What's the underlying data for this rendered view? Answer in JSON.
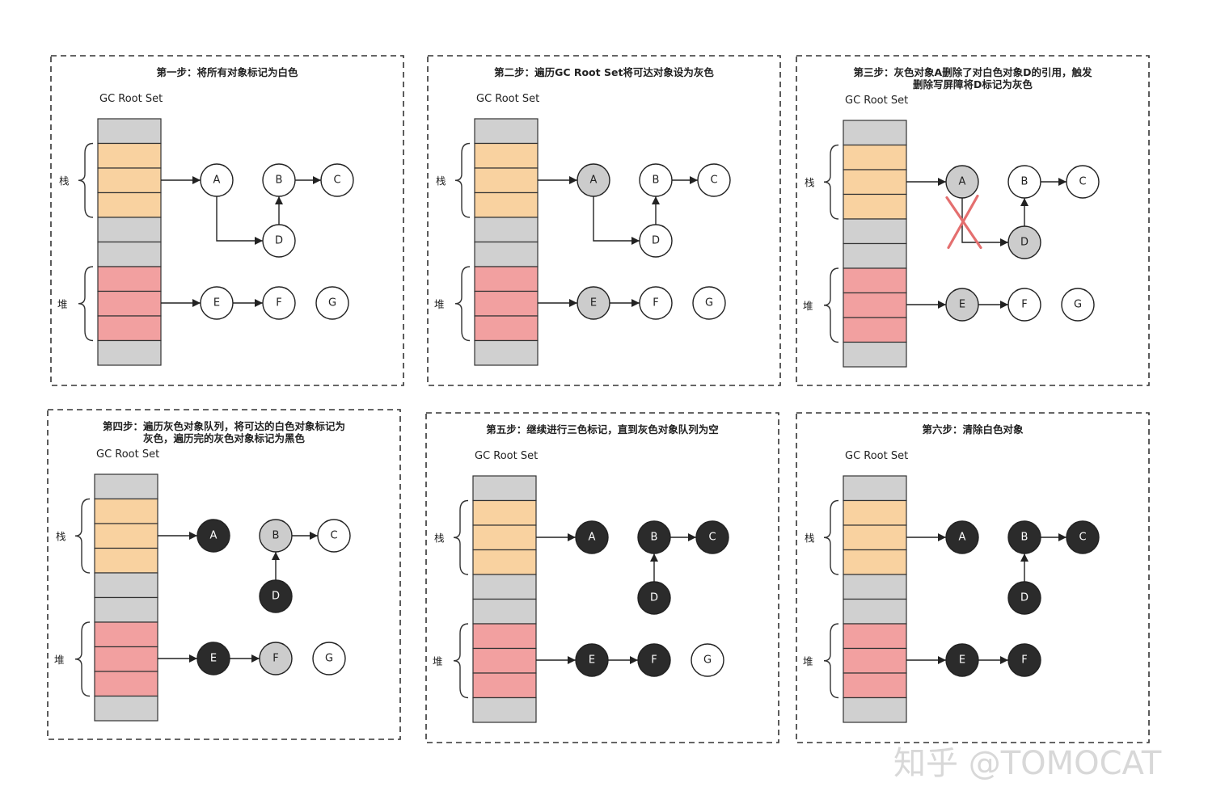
{
  "labels": {
    "gc_root_set": "GC Root Set",
    "stack": "栈",
    "heap": "堆"
  },
  "colors": {
    "white_node": "#ffffff",
    "grey_node": "#cccccc",
    "black_node": "#2b2b2b",
    "stack_cell": "#f9d2a0",
    "heap_cell": "#f2a0a0",
    "empty_cell": "#d0d0d0",
    "deleted_reference_cross": "#e46f6f"
  },
  "panels": [
    {
      "title": [
        "第一步：将所有对象标记为白色"
      ],
      "nodes": [
        {
          "id": "A",
          "color": "white"
        },
        {
          "id": "B",
          "color": "white"
        },
        {
          "id": "C",
          "color": "white"
        },
        {
          "id": "D",
          "color": "white"
        },
        {
          "id": "E",
          "color": "white"
        },
        {
          "id": "F",
          "color": "white"
        },
        {
          "id": "G",
          "color": "white"
        }
      ],
      "references": [
        [
          "stack",
          "A"
        ],
        [
          "A",
          "D"
        ],
        [
          "D",
          "B"
        ],
        [
          "B",
          "C"
        ],
        [
          "heap",
          "E"
        ],
        [
          "E",
          "F"
        ]
      ],
      "deleted_references": []
    },
    {
      "title": [
        "第二步：遍历GC Root Set将可达对象设为灰色"
      ],
      "nodes": [
        {
          "id": "A",
          "color": "grey"
        },
        {
          "id": "B",
          "color": "white"
        },
        {
          "id": "C",
          "color": "white"
        },
        {
          "id": "D",
          "color": "white"
        },
        {
          "id": "E",
          "color": "grey"
        },
        {
          "id": "F",
          "color": "white"
        },
        {
          "id": "G",
          "color": "white"
        }
      ],
      "references": [
        [
          "stack",
          "A"
        ],
        [
          "A",
          "D"
        ],
        [
          "D",
          "B"
        ],
        [
          "B",
          "C"
        ],
        [
          "heap",
          "E"
        ],
        [
          "E",
          "F"
        ]
      ],
      "deleted_references": []
    },
    {
      "title": [
        "第三步：灰色对象A删除了对白色对象D的引用，触发",
        "删除写屏障将D标记为灰色"
      ],
      "nodes": [
        {
          "id": "A",
          "color": "grey"
        },
        {
          "id": "B",
          "color": "white"
        },
        {
          "id": "C",
          "color": "white"
        },
        {
          "id": "D",
          "color": "grey"
        },
        {
          "id": "E",
          "color": "grey"
        },
        {
          "id": "F",
          "color": "white"
        },
        {
          "id": "G",
          "color": "white"
        }
      ],
      "references": [
        [
          "stack",
          "A"
        ],
        [
          "A",
          "D"
        ],
        [
          "D",
          "B"
        ],
        [
          "B",
          "C"
        ],
        [
          "heap",
          "E"
        ],
        [
          "E",
          "F"
        ]
      ],
      "deleted_references": [
        [
          "A",
          "D"
        ]
      ]
    },
    {
      "title": [
        "第四步：遍历灰色对象队列，将可达的白色对象标记为",
        "灰色，遍历完的灰色对象标记为黑色"
      ],
      "nodes": [
        {
          "id": "A",
          "color": "black"
        },
        {
          "id": "B",
          "color": "grey"
        },
        {
          "id": "C",
          "color": "white"
        },
        {
          "id": "D",
          "color": "black"
        },
        {
          "id": "E",
          "color": "black"
        },
        {
          "id": "F",
          "color": "grey"
        },
        {
          "id": "G",
          "color": "white"
        }
      ],
      "references": [
        [
          "stack",
          "A"
        ],
        [
          "D",
          "B"
        ],
        [
          "B",
          "C"
        ],
        [
          "heap",
          "E"
        ],
        [
          "E",
          "F"
        ]
      ],
      "deleted_references": []
    },
    {
      "title": [
        "第五步：继续进行三色标记，直到灰色对象队列为空"
      ],
      "nodes": [
        {
          "id": "A",
          "color": "black"
        },
        {
          "id": "B",
          "color": "black"
        },
        {
          "id": "C",
          "color": "black"
        },
        {
          "id": "D",
          "color": "black"
        },
        {
          "id": "E",
          "color": "black"
        },
        {
          "id": "F",
          "color": "black"
        },
        {
          "id": "G",
          "color": "white"
        }
      ],
      "references": [
        [
          "stack",
          "A"
        ],
        [
          "D",
          "B"
        ],
        [
          "B",
          "C"
        ],
        [
          "heap",
          "E"
        ],
        [
          "E",
          "F"
        ]
      ],
      "deleted_references": []
    },
    {
      "title": [
        "第六步：清除白色对象"
      ],
      "nodes": [
        {
          "id": "A",
          "color": "black"
        },
        {
          "id": "B",
          "color": "black"
        },
        {
          "id": "C",
          "color": "black"
        },
        {
          "id": "D",
          "color": "black"
        },
        {
          "id": "E",
          "color": "black"
        },
        {
          "id": "F",
          "color": "black"
        }
      ],
      "references": [
        [
          "stack",
          "A"
        ],
        [
          "D",
          "B"
        ],
        [
          "B",
          "C"
        ],
        [
          "heap",
          "E"
        ],
        [
          "E",
          "F"
        ]
      ],
      "deleted_references": []
    }
  ],
  "watermark": "知乎 @TOMOCAT"
}
